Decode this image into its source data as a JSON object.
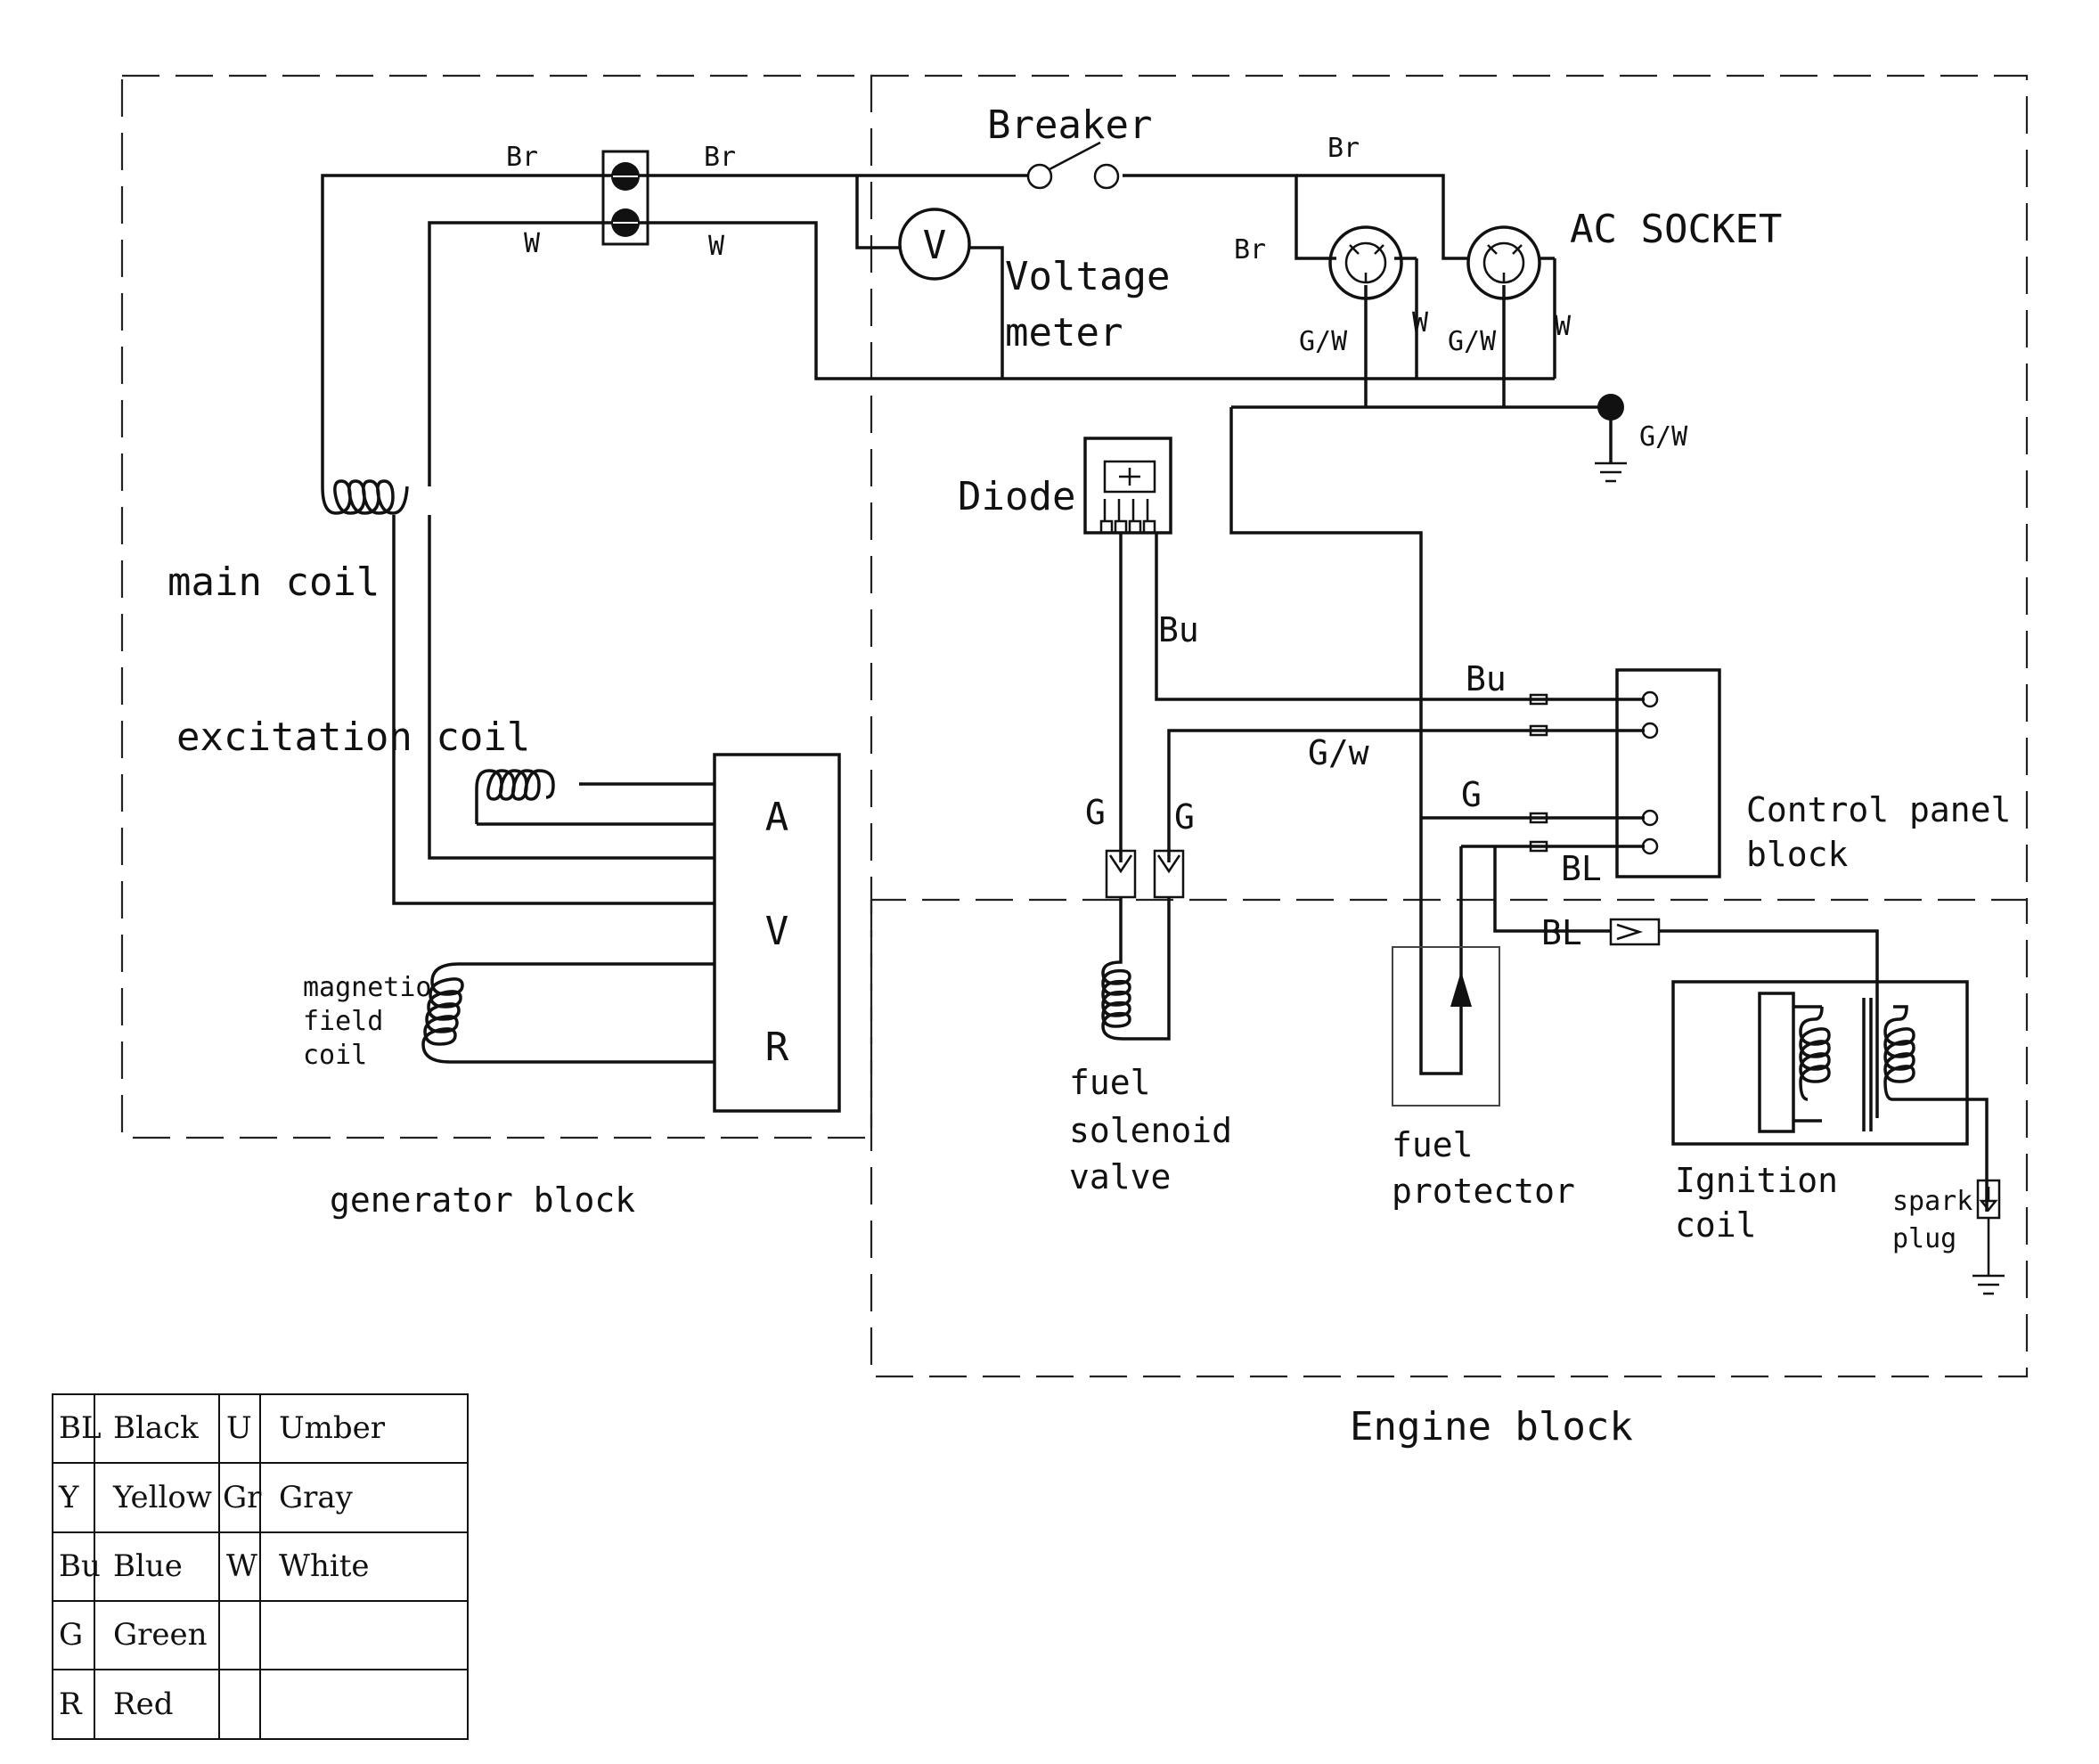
{
  "blocks": {
    "generator": "generator block",
    "engine": "Engine block"
  },
  "components": {
    "breaker": "Breaker",
    "ac_socket": "AC SOCKET",
    "voltage_meter_line1": "Voltage",
    "voltage_meter_line2": "meter",
    "voltmeter_symbol": "V",
    "diode": "Diode",
    "main_coil": "main coil",
    "excitation_coil": "excitation coil",
    "magnetic_field_coil": [
      "magnetio",
      "field",
      "coil"
    ],
    "avr": [
      "A",
      "V",
      "R"
    ],
    "fuel_solenoid_valve": [
      "fuel",
      "solenoid",
      "valve"
    ],
    "fuel_protector": [
      "fuel",
      "protector"
    ],
    "control_panel_block": [
      "Control panel",
      "block"
    ],
    "ignition_coil": [
      "Ignition",
      "coil"
    ],
    "spark_plug": [
      "spark",
      "plug"
    ]
  },
  "wire_labels": {
    "br_left1": "Br",
    "br_left2": "Br",
    "w_left1": "W",
    "w_left2": "W",
    "br_socket_top": "Br",
    "br_socket_left": "Br",
    "gw_socket1": "G/W",
    "w_socket1": "W",
    "gw_socket2": "G/W",
    "w_socket2": "W",
    "gw_ground": "G/W",
    "bu_diode": "Bu",
    "bu_panel": "Bu",
    "gw_panel": "G/w",
    "g_panel": "G",
    "bl_panel": "BL",
    "bl_ignition": "BL",
    "g_valve1": "G",
    "g_valve2": "G"
  },
  "legend": {
    "rows": [
      {
        "code": "BL",
        "color": "Black",
        "code2": "U",
        "color2": "Umber"
      },
      {
        "code": "Y",
        "color": "Yellow",
        "code2": "Gr",
        "color2": "Gray"
      },
      {
        "code": "Bu",
        "color": "Blue",
        "code2": "W",
        "color2": "White"
      },
      {
        "code": "G",
        "color": "Green",
        "code2": "",
        "color2": ""
      },
      {
        "code": "R",
        "color": "Red",
        "code2": "",
        "color2": ""
      }
    ]
  }
}
